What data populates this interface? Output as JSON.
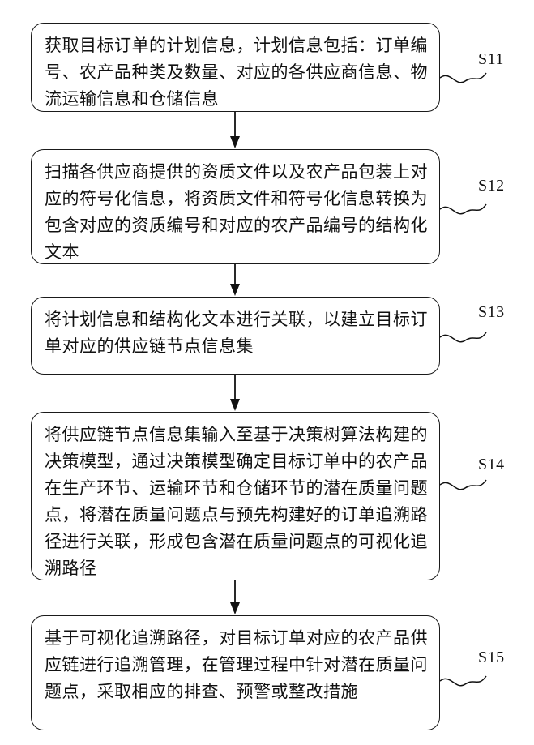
{
  "steps": [
    {
      "id": "S11",
      "label": "S11",
      "text": "获取目标订单的计划信息，计划信息包括：订单编号、农产品种类及数量、对应的各供应商信息、物流运输信息和仓储信息"
    },
    {
      "id": "S12",
      "label": "S12",
      "text": "扫描各供应商提供的资质文件以及农产品包装上对应的符号化信息，将资质文件和符号化信息转换为包含对应的资质编号和对应的农产品编号的结构化文本"
    },
    {
      "id": "S13",
      "label": "S13",
      "text": "将计划信息和结构化文本进行关联，以建立目标订单对应的供应链节点信息集"
    },
    {
      "id": "S14",
      "label": "S14",
      "text": "将供应链节点信息集输入至基于决策树算法构建的决策模型，通过决策模型确定目标订单中的农产品在生产环节、运输环节和仓储环节的潜在质量问题点，将潜在质量问题点与预先构建好的订单追溯路径进行关联，形成包含潜在质量问题点的可视化追溯路径"
    },
    {
      "id": "S15",
      "label": "S15",
      "text": "基于可视化追溯路径，对目标订单对应的农产品供应链进行追溯管理，在管理过程中针对潜在质量问题点，采取相应的排查、预警或整改措施"
    }
  ]
}
